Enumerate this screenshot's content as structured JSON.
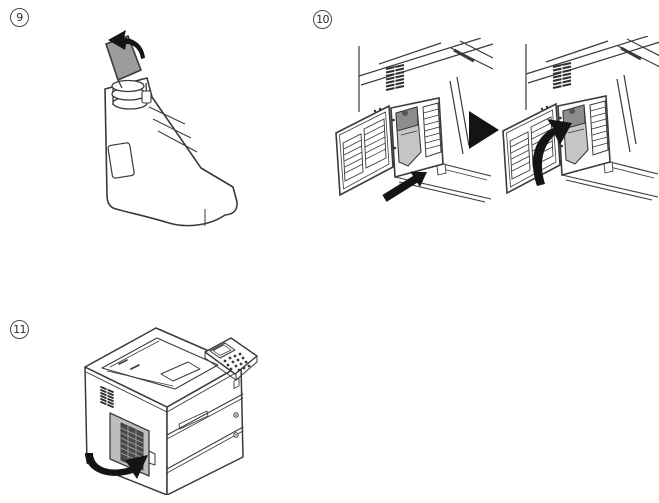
{
  "page": {
    "background": "#ffffff",
    "line_color": "#3a3a3a",
    "arrow_color": "#141414",
    "cap_gray": "#9c9c9c",
    "cover_gray": "#bdbdbd"
  },
  "steps": {
    "step9": {
      "number": "9",
      "figure": "waste-toner-box-cap-open"
    },
    "step10": {
      "number": "10",
      "figure_left": "printer-side-cover-open-waste-toner-box-installed",
      "separator": "next-step-triangle",
      "figure_right": "printer-side-cover-closing"
    },
    "step11": {
      "number": "11",
      "figure": "printer-left-cover-closing"
    }
  }
}
